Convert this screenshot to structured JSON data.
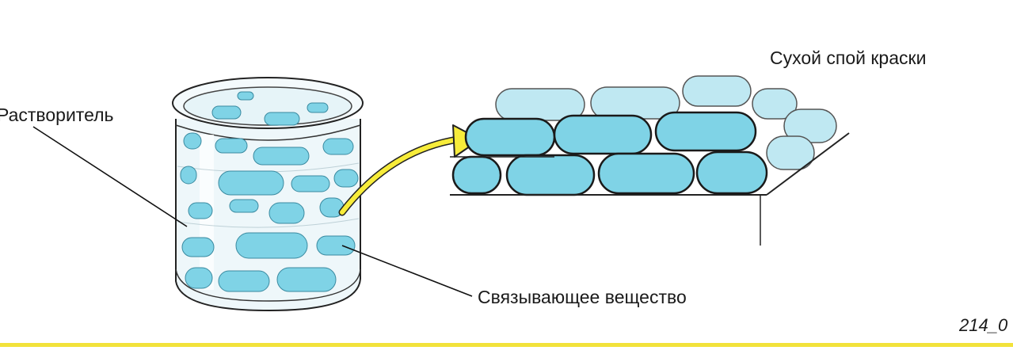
{
  "labels": {
    "solvent": "Растворитель",
    "dry_layer": "Сухой спой краски",
    "binder": "Связывающее вещество",
    "figure_id": "214_0"
  },
  "colors": {
    "particle_fill": "#7fd3e6",
    "particle_light": "#bfe8f2",
    "outline": "#1a1a1a",
    "arrow": "#f7ec3a",
    "rule": "#f2e23a"
  }
}
